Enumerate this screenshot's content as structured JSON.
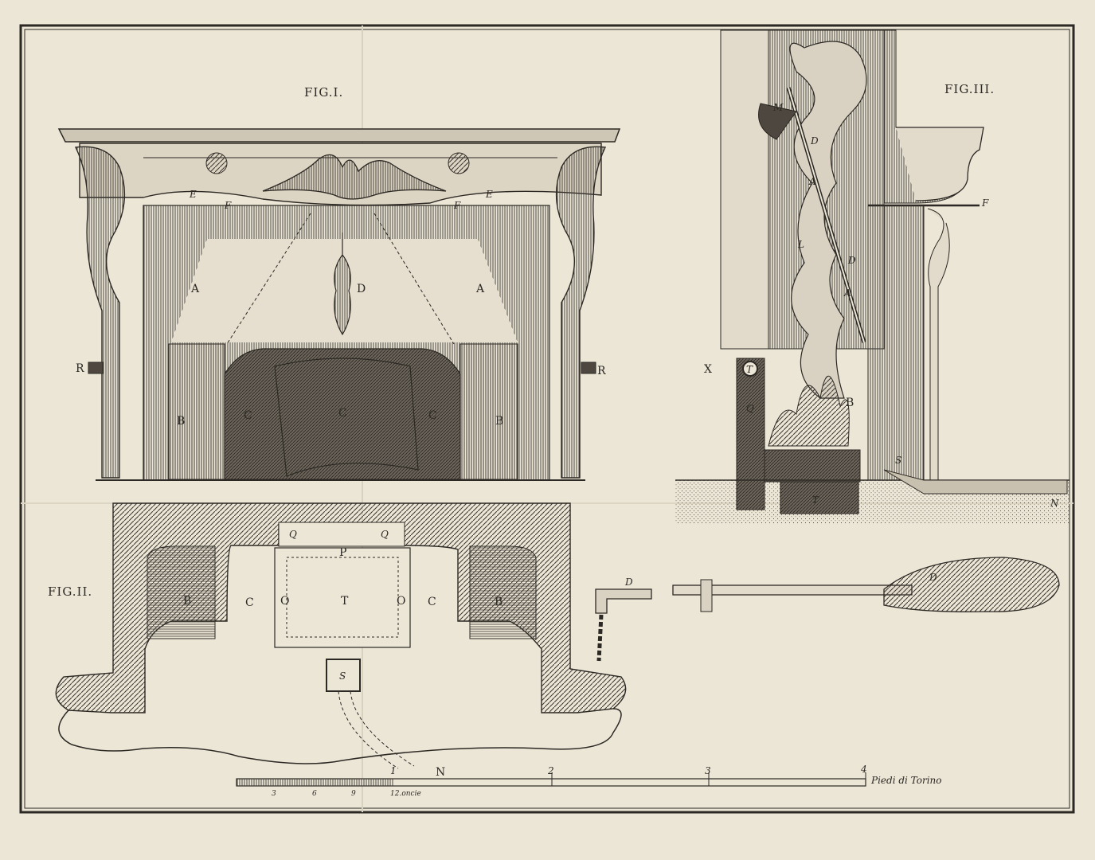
{
  "figures": {
    "fig1": "FIG.I.",
    "fig2": "FIG.II.",
    "fig3": "FIG.III."
  },
  "fig1_labels": {
    "e_left": "E",
    "f_left": "F",
    "f_right": "F",
    "e_right": "E",
    "a_left": "A",
    "d": "D",
    "a_right": "A",
    "r_left": "R",
    "r_right": "R",
    "b_left": "B",
    "c_left": "C",
    "c_center": "C",
    "c_right": "C",
    "b_right": "B"
  },
  "fig2_labels": {
    "q_left": "Q",
    "q_right": "Q",
    "p": "P",
    "b_left": "B",
    "c_left": "C",
    "o_left": "O",
    "t": "T",
    "o_right": "O",
    "c_right": "C",
    "b_right": "B",
    "s": "S",
    "n": "N"
  },
  "fig3_labels": {
    "m": "M",
    "d_top": "D",
    "a_top": "A",
    "f": "F",
    "l": "L",
    "d_mid": "D",
    "a_mid": "A",
    "x": "X",
    "t_mark": "T",
    "b": "B",
    "q": "Q",
    "s": "S",
    "t_bottom": "T",
    "n": "N"
  },
  "tool_labels": {
    "d_bracket": "D",
    "d_rod": "D"
  },
  "scale": {
    "unit_label": "Piedi di Torino",
    "feet": [
      "1",
      "2",
      "3",
      "4"
    ],
    "inches": [
      "3",
      "6",
      "9"
    ],
    "inch_end": "12.oncie"
  },
  "colors": {
    "paper": "#ece6d7",
    "ink": "#2c2823",
    "wall": "#58524a"
  }
}
